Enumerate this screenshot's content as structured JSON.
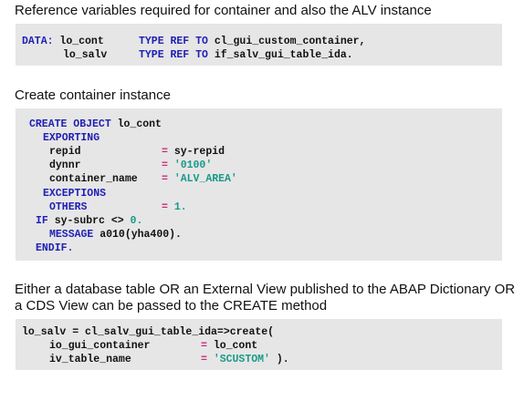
{
  "captions": {
    "c1": "Reference variables required for container and also the ALV instance",
    "c2": "Create container instance",
    "c3": "Either a database table OR an External View published to the ABAP Dictionary OR a CDS View can be passed to the CREATE method"
  },
  "code1": {
    "kw_data": "DATA:",
    "var1": "lo_cont",
    "kw_type1": "TYPE REF TO",
    "type1": "cl_gui_custom_container,",
    "var2": "lo_salv",
    "kw_type2": "TYPE REF TO",
    "type2": "if_salv_gui_table_ida."
  },
  "code2": {
    "kw_create": "CREATE OBJECT",
    "obj": "lo_cont",
    "kw_exporting": "EXPORTING",
    "p1": "repid",
    "eq1": "=",
    "v1": "sy-repid",
    "p2": "dynnr",
    "eq2": "=",
    "v2": "'0100'",
    "p3": "container_name",
    "eq3": "=",
    "v3": "'ALV_AREA'",
    "kw_exceptions": "EXCEPTIONS",
    "p4": "OTHERS",
    "eq4": "=",
    "v4": "1.",
    "kw_if": "IF",
    "cond": "sy-subrc <>",
    "cond_val": "0.",
    "kw_message": "MESSAGE",
    "msg": "a010(yha400).",
    "kw_endif": "ENDIF."
  },
  "code3": {
    "l1": "lo_salv = cl_salv_gui_table_ida=>create(",
    "p1": "io_gui_container",
    "eq1": "=",
    "v1": "lo_cont",
    "p2": "iv_table_name",
    "eq2": "=",
    "v2": "'SCUSTOM'",
    "end2": ")."
  },
  "colors": {
    "keyword": "#1f1fb4",
    "string_literal": "#1a9a8a",
    "operator": "#cc2a7a",
    "code_background": "#e6e6e6"
  }
}
